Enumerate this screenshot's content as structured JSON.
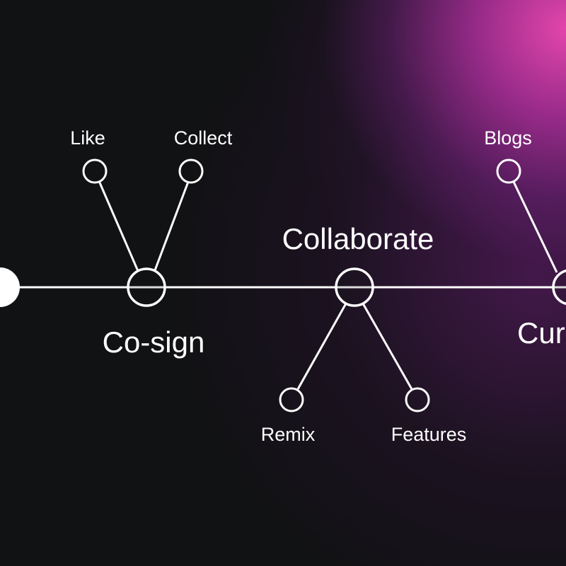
{
  "nodes": {
    "cosign": {
      "label": "Co-sign"
    },
    "collaborate": {
      "label": "Collaborate"
    },
    "curate": {
      "label": "Curate"
    },
    "like": {
      "label": "Like"
    },
    "collect": {
      "label": "Collect"
    },
    "remix": {
      "label": "Remix"
    },
    "features": {
      "label": "Features"
    },
    "blogs": {
      "label": "Blogs"
    }
  },
  "colors": {
    "background": "#111214",
    "glow": "#e84aa8",
    "line": "#ffffff"
  }
}
